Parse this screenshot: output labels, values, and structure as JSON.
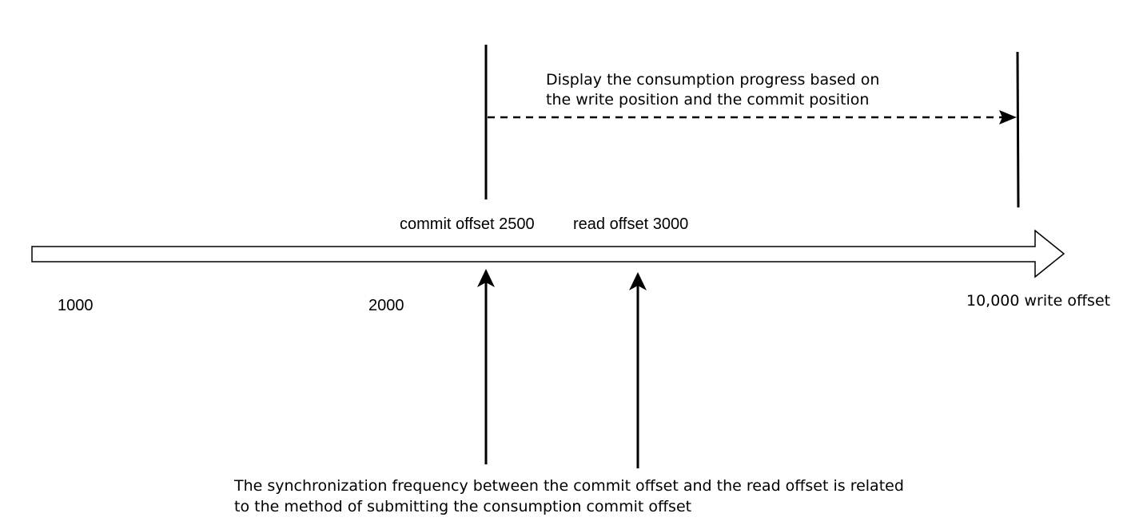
{
  "labels": {
    "commit_offset": "commit offset 2500",
    "read_offset": "read offset 3000",
    "tick_1000": "1000",
    "tick_2000": "2000",
    "write_offset": "10,000 write offset",
    "progress_note": [
      "Display the consumption progress based on",
      "the write position and the commit position"
    ],
    "sync_note": [
      "The synchronization frequency between the commit offset and the read offset is related",
      "to the method of submitting the consumption commit offset"
    ]
  },
  "colors": {
    "stroke": "#000000",
    "arrow_fill": "#ffffff",
    "text": "#000000"
  }
}
